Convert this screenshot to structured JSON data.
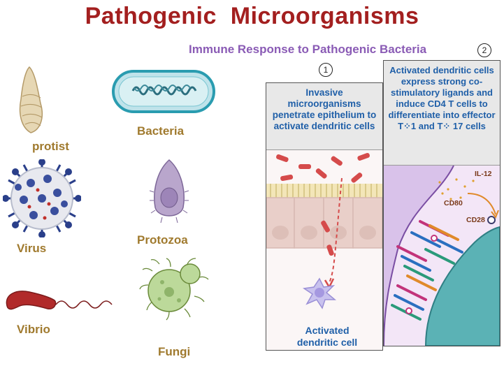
{
  "title": "Pathogenic  Microorganisms",
  "subtitle": "Immune Response to Pathogenic Bacteria",
  "organisms": {
    "protist": "protist",
    "bacteria": "Bacteria",
    "virus": "Virus",
    "protozoa": "Protozoa",
    "vibrio": "Vibrio",
    "fungi": "Fungi"
  },
  "panel1": {
    "number": "1",
    "text": "Invasive microorganisms penetrate epithelium to activate dendritic cells",
    "cell_label": "Activated dendritic cell"
  },
  "panel2": {
    "number": "2",
    "text": "Activated dendritic cells express strong co-stimulatory ligands and induce CD4 T cells to differentiate into effector T⁘1 and T⁘ 17 cells",
    "il12": "IL-12",
    "cd80": "CD80",
    "cd28": "CD28"
  },
  "colors": {
    "title": "#a31f1f",
    "subtitle": "#8a5bb5",
    "organism_label": "#a07a2e",
    "panel_text": "#1f5fa8"
  }
}
